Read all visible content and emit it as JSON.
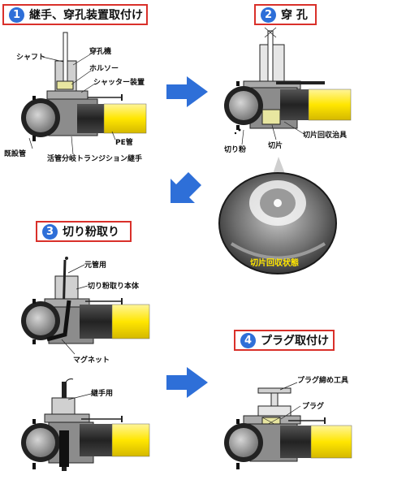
{
  "steps": [
    {
      "num": "1",
      "title": "継手、穿孔装置取付け"
    },
    {
      "num": "2",
      "title": "穿 孔"
    },
    {
      "num": "3",
      "title": "切り粉取り"
    },
    {
      "num": "4",
      "title": "プラグ取付け"
    }
  ],
  "labels": {
    "shaft": "シャフト",
    "drill": "穿孔機",
    "holder": "ホルソー",
    "shutter": "シャッター装置",
    "pe_pipe": "PE管",
    "existing_pipe": "既設管",
    "transition_joint": "活管分岐トランジション継手",
    "chip": "切片",
    "chip_tool": "切片回収治具",
    "cutting_powder": "切り粉",
    "chip_state": "切片回収状態",
    "main_pipe_use": "元管用",
    "powder_body": "切り粉取り本体",
    "magnet": "マグネット",
    "joint_use": "継手用",
    "plug_tool": "プラグ締め工具",
    "plug": "プラグ"
  },
  "colors": {
    "step_border": "#d9302a",
    "step_number": "#2e6fd8",
    "arrow": "#2e6fd8",
    "pe_pipe": "#ffe600",
    "pipe_dark": "#2b2b2b",
    "pipe_grey": "#9a9a9a"
  }
}
